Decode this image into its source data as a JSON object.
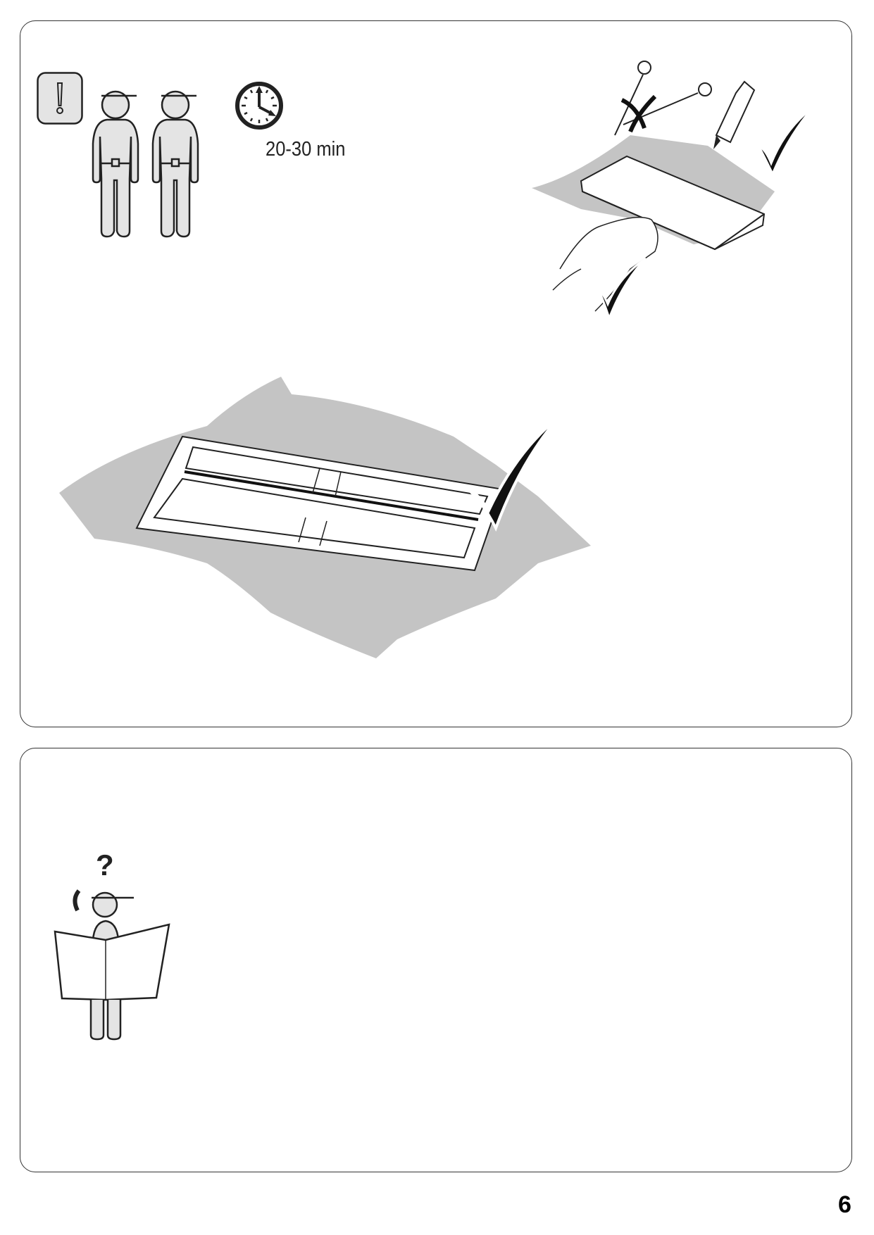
{
  "step1": {
    "persons_required": 2,
    "duration_label": "20-30 min",
    "warning_symbol": "!"
  },
  "step2": {
    "help_symbol": "?"
  },
  "page_number": "6",
  "colors": {
    "fill_gray": "#c4c4c4",
    "icon_gray": "#e4e4e4",
    "line": "#222222"
  }
}
